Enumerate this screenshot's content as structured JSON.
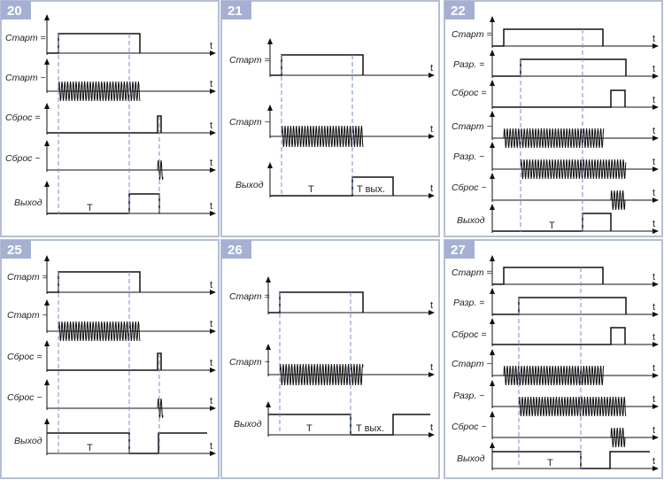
{
  "axis_symbol": "t",
  "colors": {
    "frame": "#b4bfd6",
    "badge": "#a6b0d2",
    "dash": "#7a8ec8",
    "line": "#111111"
  },
  "panels": [
    {
      "number": "20",
      "labels": [
        "Старт =",
        "Старт ~",
        "Сброс =",
        "Сброс ~",
        "Выход"
      ],
      "period_label": "T",
      "out_label": ""
    },
    {
      "number": "21",
      "labels": [
        "Старт =",
        "Старт ~",
        "Выход"
      ],
      "period_label": "T",
      "out_label": "T вых."
    },
    {
      "number": "22",
      "labels": [
        "Старт =",
        "Разр. =",
        "Сброс =",
        "Старт ~",
        "Разр. ~",
        "Сброс ~",
        "Выход"
      ],
      "period_label": "T",
      "out_label": ""
    },
    {
      "number": "25",
      "labels": [
        "Старт =",
        "Старт ~",
        "Сброс =",
        "Сброс ~",
        "Выход"
      ],
      "period_label": "T",
      "out_label": ""
    },
    {
      "number": "26",
      "labels": [
        "Старт =",
        "Старт ~",
        "Выход"
      ],
      "period_label": "T",
      "out_label": "T вых."
    },
    {
      "number": "27",
      "labels": [
        "Старт =",
        "Разр. =",
        "Сброс =",
        "Старт ~",
        "Разр. ~",
        "Сброс ~",
        "Выход"
      ],
      "period_label": "T",
      "out_label": ""
    }
  ]
}
